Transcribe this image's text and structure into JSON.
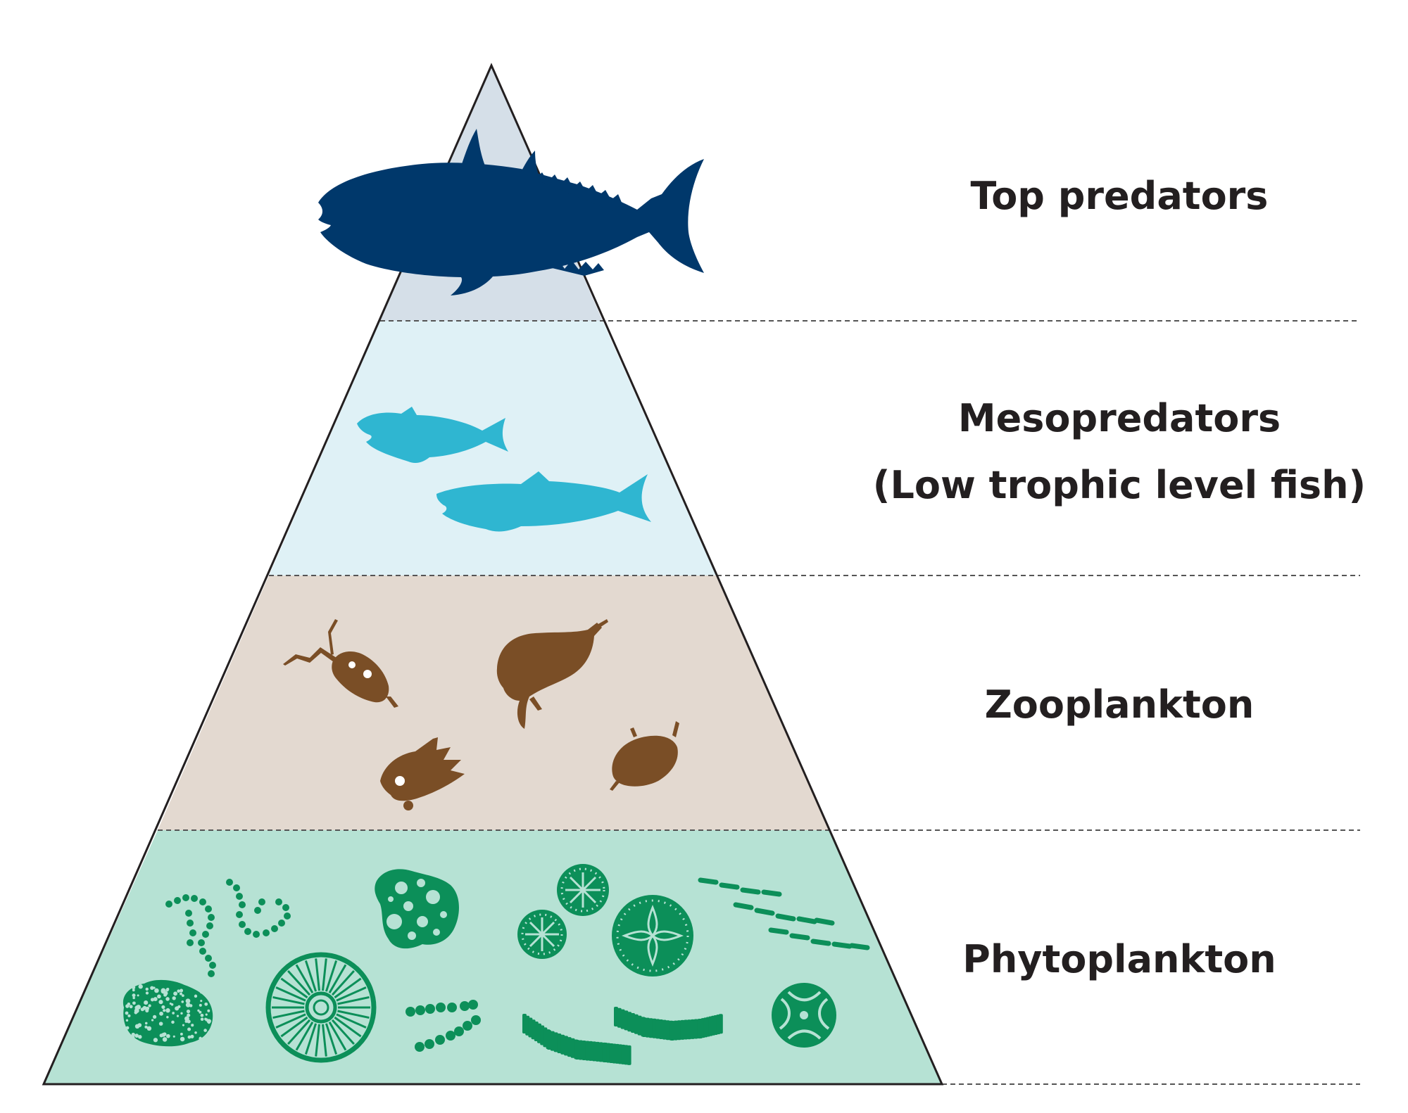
{
  "diagram": {
    "levels": [
      {
        "name": "Top predators",
        "subtitle": "",
        "fill": "#d5dfe8"
      },
      {
        "name": "Mesopredators",
        "subtitle": "(Low trophic level fish)",
        "fill": "#dff1f6"
      },
      {
        "name": "Zooplankton",
        "subtitle": "",
        "fill": "#e3d9d0"
      },
      {
        "name": "Phytoplankton",
        "subtitle": "",
        "fill": "#b6e2d4"
      }
    ],
    "colors": {
      "top_predator": "#00386b",
      "mesopredator": "#2fb6d1",
      "zooplankton": "#7a4e26",
      "phytoplankton": "#0c8f59",
      "outline": "#231f20",
      "divider": "#555555"
    },
    "icons": [
      "tuna-icon",
      "small-fish-icon",
      "copepod-icon",
      "krill-icon",
      "larva-icon",
      "diatom-icon",
      "dinoflagellate-icon",
      "algae-chain-icon"
    ]
  }
}
